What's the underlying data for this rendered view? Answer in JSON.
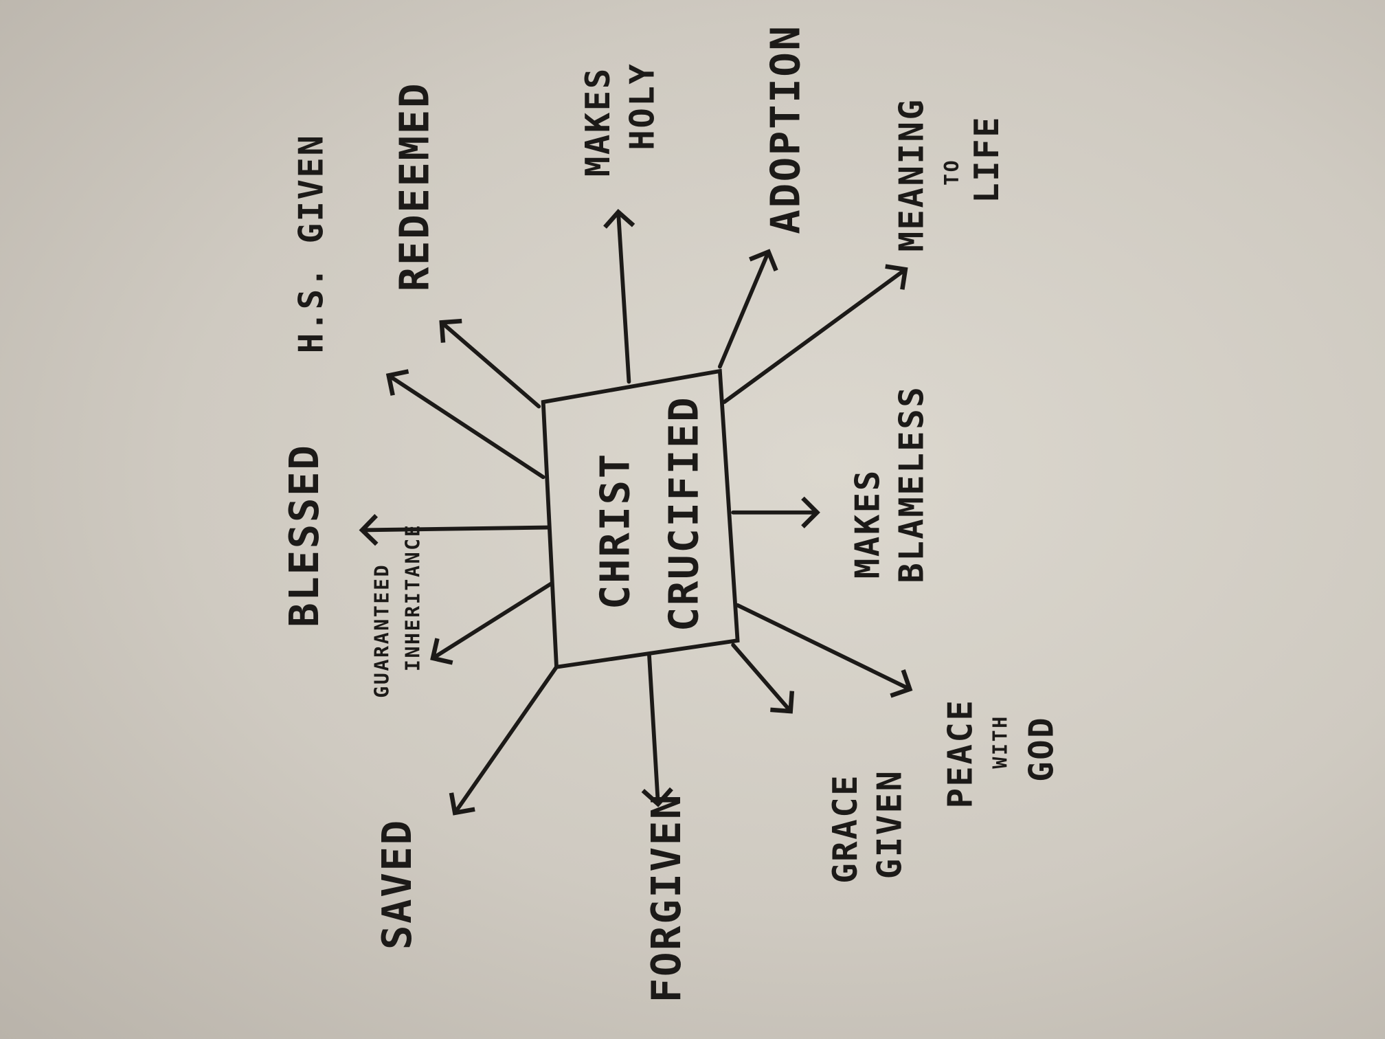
{
  "center": {
    "line1": "CHRIST",
    "line2": "CRUCIFIED"
  },
  "labels": {
    "blessed": "BLESSED",
    "hs_given": "H.S. GIVEN",
    "redeemed": "REDEEMED",
    "makes_holy_1": "MAKES",
    "makes_holy_2": "HOLY",
    "adoption": "ADOPTION",
    "meaning_1": "MEANING",
    "meaning_2": "TO",
    "meaning_3": "LIFE",
    "guaranteed_1": "GUARANTEED",
    "guaranteed_2": "INHERITANCE",
    "blameless_1": "MAKES",
    "blameless_2": "BLAMELESS",
    "saved": "SAVED",
    "forgiven": "FORGIVEN",
    "grace_1": "GRACE",
    "grace_2": "GIVEN",
    "peace_1": "PEACE",
    "peace_2": "WITH",
    "peace_3": "GOD"
  },
  "colors": {
    "ink": "#1c1a18",
    "paper": "#d6d2c9"
  }
}
